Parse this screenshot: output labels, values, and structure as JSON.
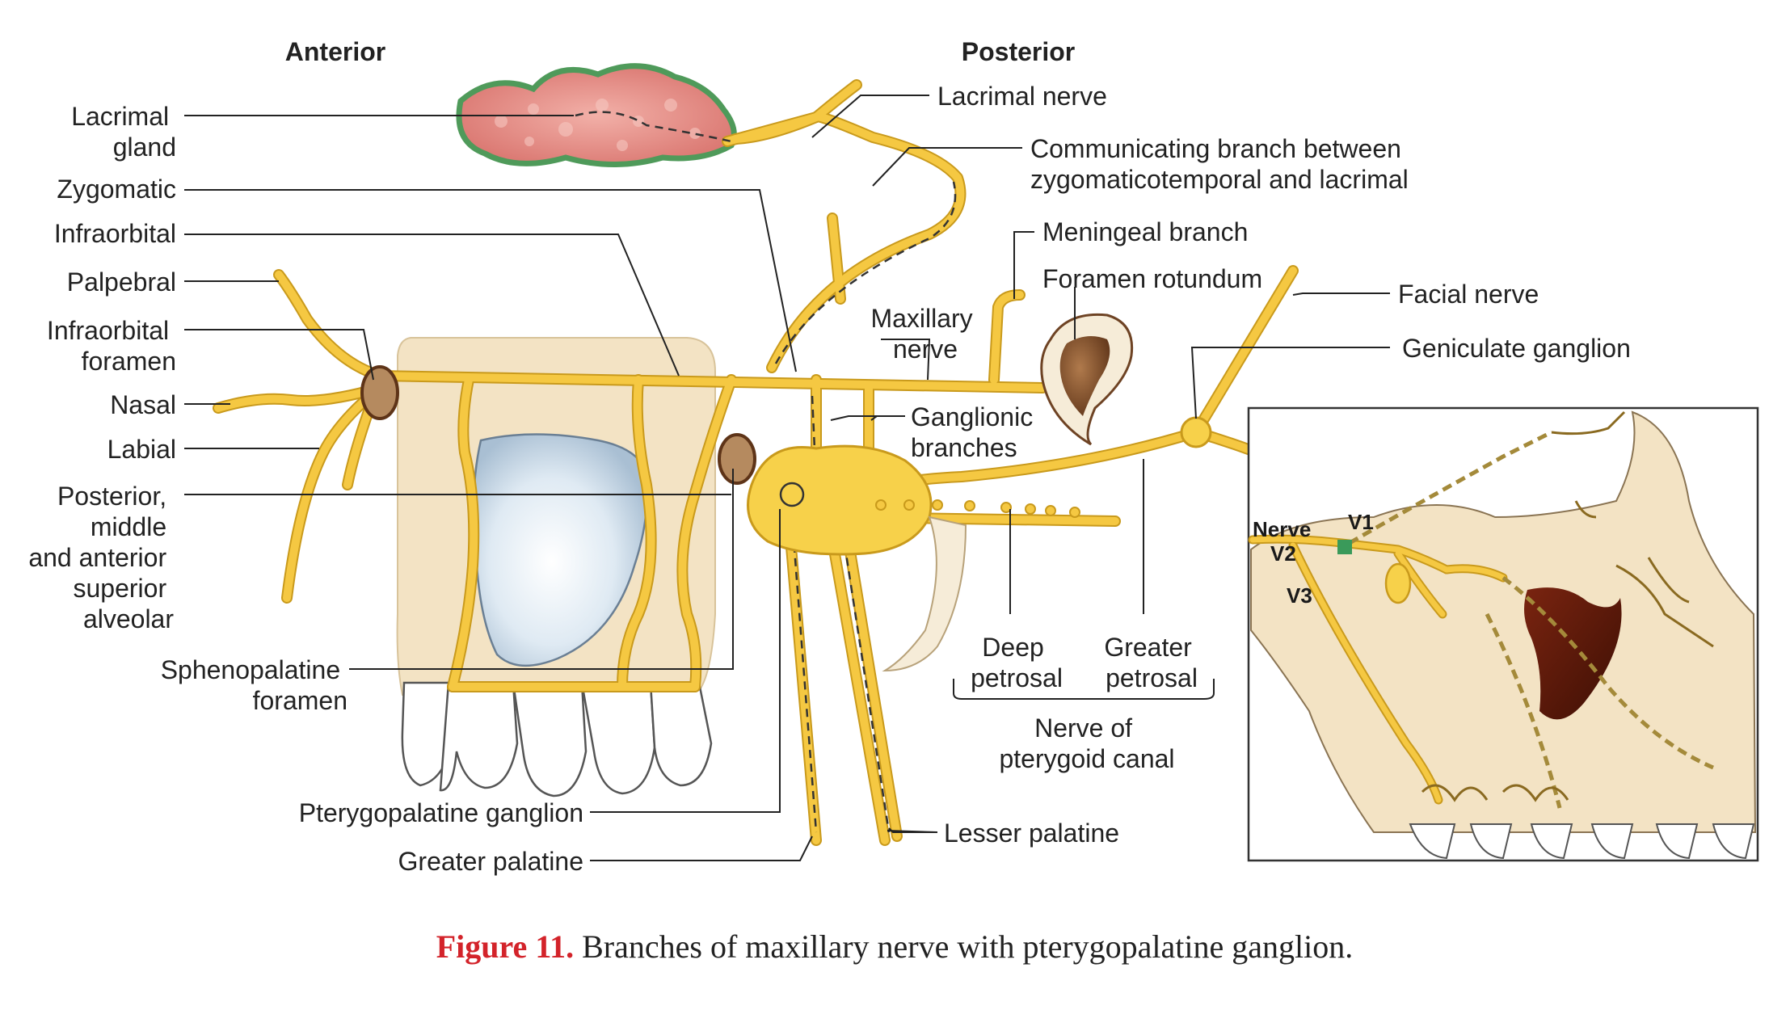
{
  "headers": {
    "anterior": "Anterior",
    "posterior": "Posterior"
  },
  "labels": {
    "lacrimal_gland": [
      "Lacrimal",
      "gland"
    ],
    "zygomatic": "Zygomatic",
    "infraorbital": "Infraorbital",
    "palpebral": "Palpebral",
    "infraorbital_foramen": [
      "Infraorbital",
      "foramen"
    ],
    "nasal": "Nasal",
    "labial": "Labial",
    "superior_alveolar": [
      "Posterior,",
      "middle",
      "and anterior",
      "superior",
      "alveolar"
    ],
    "sphenopalatine_foramen": [
      "Sphenopalatine",
      "foramen"
    ],
    "pterygopalatine_ganglion": "Pterygopalatine ganglion",
    "greater_palatine": "Greater palatine",
    "lacrimal_nerve": "Lacrimal nerve",
    "communicating_branch": [
      "Communicating branch between",
      "zygomaticotemporal and lacrimal"
    ],
    "meningeal_branch": "Meningeal branch",
    "foramen_rotundum": "Foramen rotundum",
    "maxillary_nerve": [
      "Maxillary",
      "nerve"
    ],
    "facial_nerve": "Facial nerve",
    "geniculate_ganglion": "Geniculate ganglion",
    "ganglionic_branches": [
      "Ganglionic",
      "branches"
    ],
    "deep_petrosal": [
      "Deep",
      "petrosal"
    ],
    "greater_petrosal": [
      "Greater",
      "petrosal"
    ],
    "nerve_of_pterygoid_canal": [
      "Nerve of",
      "pterygoid canal"
    ],
    "lesser_palatine": "Lesser palatine"
  },
  "inset": {
    "nerve": "Nerve",
    "v1": "V1",
    "v2": "V2",
    "v3": "V3"
  },
  "caption": {
    "number": "Figure 11.",
    "text": " Branches of maxillary nerve with pterygopalatine ganglion."
  },
  "colors": {
    "nerve": "#f5c842",
    "nerve_edge": "#c99a1c",
    "ganglion": "#f7d14a",
    "bone": "#f3e3c4",
    "sinus": "#cfe0ee",
    "gland": "#e08a85",
    "gland_edge": "#4f9a5a",
    "caption_red": "#d3232a",
    "foramen_dark": "#6e4324"
  }
}
